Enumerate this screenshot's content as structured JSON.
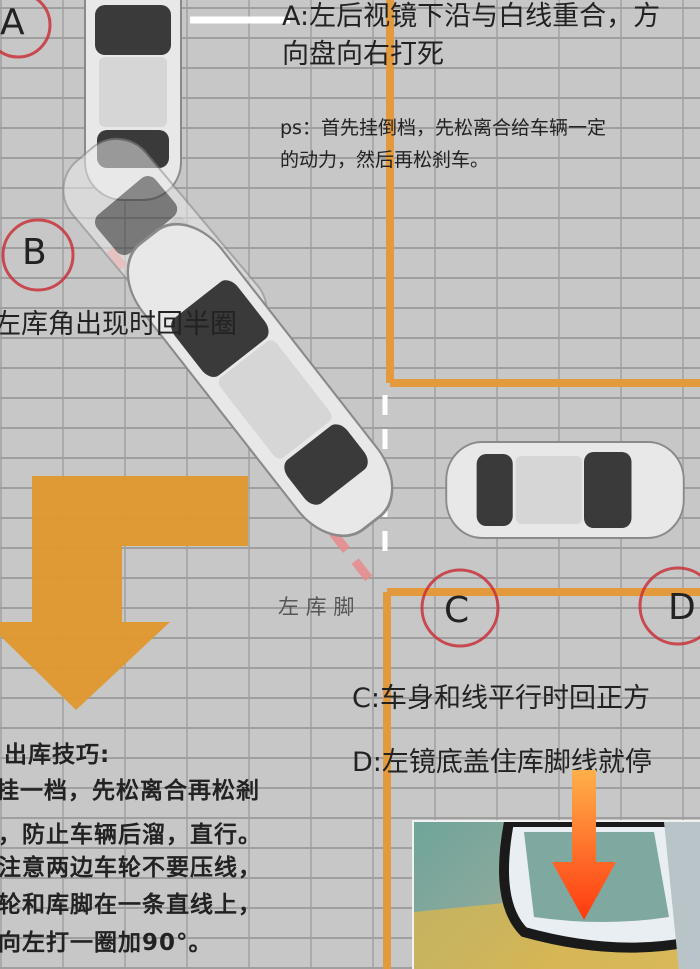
{
  "labels": {
    "marker_a": "A",
    "marker_b": "B",
    "marker_c": "C",
    "marker_d": "D",
    "step_a_line1": "A:左后视镜下沿与白线重合，方",
    "step_a_line2": "向盘向右打死",
    "ps_line1": "ps：首先挂倒档，先松离合给车辆一定",
    "ps_line2": "的动力，然后再松刹车。",
    "step_b": "左库角出现时回半圈",
    "left_corner_foot": "左 库 脚",
    "step_c": "C:车身和线平行时回正方",
    "step_d": "D:左镜底盖住库脚线就停",
    "exit_title": "出库技巧:",
    "exit_line1": "挂一档，先松离合再松剎",
    "exit_line2": "，防止车辆后溜，直行。",
    "exit_line3": "注意两边车轮不要压线，",
    "exit_line4": "轮和库脚在一条直线上，",
    "exit_line5": "向左打一圈加90°。"
  },
  "colors": {
    "parking_line": "#e39a3d",
    "arrow": "#e0982e",
    "red_ring": "#c8323a",
    "dash": "#e98a8a",
    "car_body": "#e6e6e6",
    "glass": "#3a3a3a",
    "red_arrow": "#ff4a1e"
  },
  "icons": {
    "exit_arrow": "bent-arrow-down-left-icon",
    "stop_arrow": "arrow-down-icon"
  }
}
